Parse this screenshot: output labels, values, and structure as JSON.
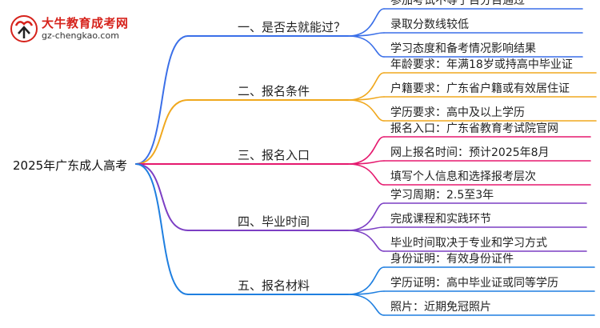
{
  "logo": {
    "title": "大牛教育成考网",
    "domain": "gz-chengkao.com"
  },
  "root": "2025年广东成人高考",
  "branches": [
    {
      "label": "一、是否去就能过？",
      "color": "#3a6fe8",
      "leaves": [
        "参加考试不等于百分百通过",
        "录取分数线较低",
        "学习态度和备考情况影响结果"
      ]
    },
    {
      "label": "二、报名条件",
      "color": "#f0a81e",
      "leaves": [
        "年龄要求：年满18岁或持高中毕业证",
        "户籍要求：广东省户籍或有效居住证",
        "学历要求：高中及以上学历"
      ]
    },
    {
      "label": "三、报名入口",
      "color": "#e5196e",
      "leaves": [
        "报名入口：广东省教育考试院官网",
        "网上报名时间：预计2025年8月",
        "填写个人信息和选择报考层次"
      ]
    },
    {
      "label": "四、毕业时间",
      "color": "#7c3fc4",
      "leaves": [
        "学习周期：2.5至3年",
        "完成课程和实践环节",
        "毕业时间取决于专业和学习方式"
      ]
    },
    {
      "label": "五、报名材料",
      "color": "#1f7fe0",
      "leaves": [
        "身份证明：有效身份证件",
        "学历证明：高中毕业证或同等学历",
        "照片：近期免冠照片"
      ]
    }
  ]
}
